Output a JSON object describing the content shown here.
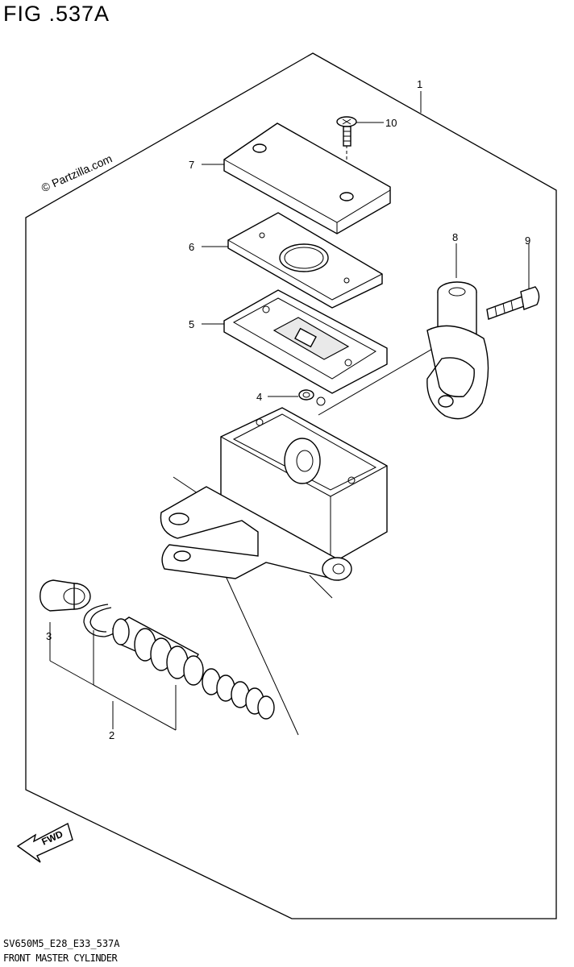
{
  "figure_title": "FIG .537A",
  "watermark": "© Partzilla.com",
  "footer_code": "SV650M5_E28_E33_537A",
  "footer_name": "FRONT MASTER CYLINDER",
  "fwd_label": "FWD",
  "callouts": {
    "c1": "1",
    "c2": "2",
    "c3": "3",
    "c4": "4",
    "c5": "5",
    "c6": "6",
    "c7": "7",
    "c8": "8",
    "c9": "9",
    "c10": "10"
  }
}
